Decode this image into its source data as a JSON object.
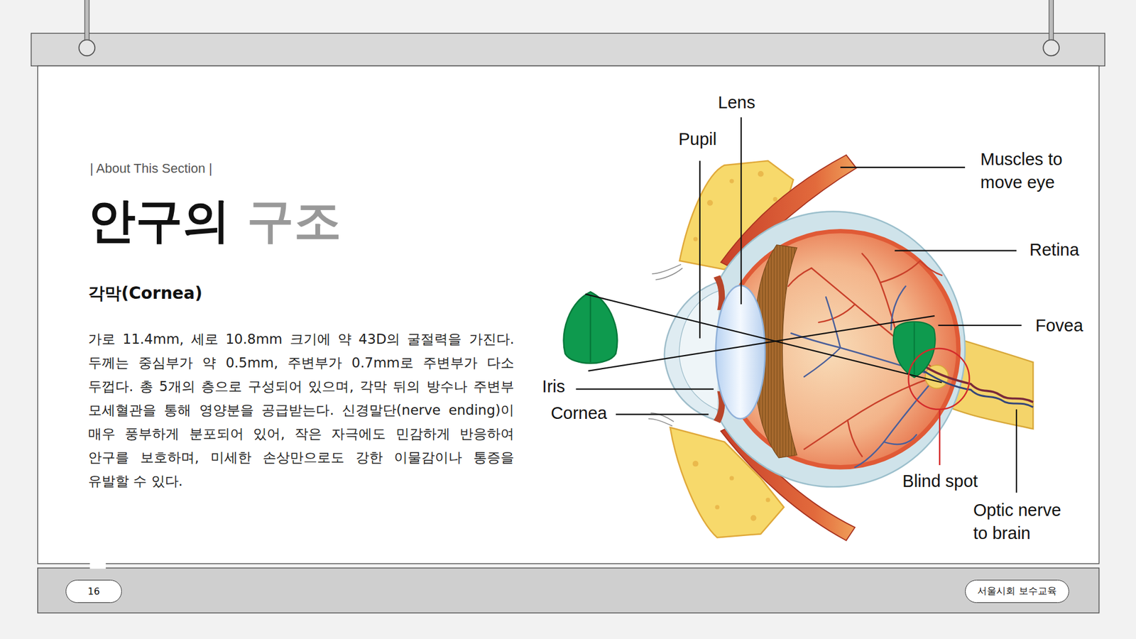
{
  "diagram": {
    "title": "안구의 구조",
    "nodes": [
      {
        "text": [
          "16"
        ]
      },
      {
        "text": [
          "서울시회 보수교육"
        ]
      }
    ],
    "labels": [
      "| About This Section |",
      "각막(Cornea)",
      "가로 11.4mm, 세로 10.8mm 크기에 약 43D의 굴절력을 가진다. 두께는 중심부가 약 0.5mm, 주변부가 0.7mm로 주변부가 다소 두껍다. 총 5개의 층으로 구성되어 있으며, 각막 뒤의 방수나 주변부 모세혈관을 통해 영양분을 공급받는다. 신경말단(nerve ending)이 매우 풍부하게 분포되어 있어, 작은 자극에도 민감하게 반응하여 안구를 보호하며, 미세한 손상만으로도 강한 이물감이나 통증을 유발할 수 있다.",
      "Lens",
      "Pupil",
      "Muscles to move eye",
      "Retina",
      "Fovea",
      "Iris",
      "Cornea",
      "Blind spot",
      "Optic nerve to brain"
    ]
  }
}
